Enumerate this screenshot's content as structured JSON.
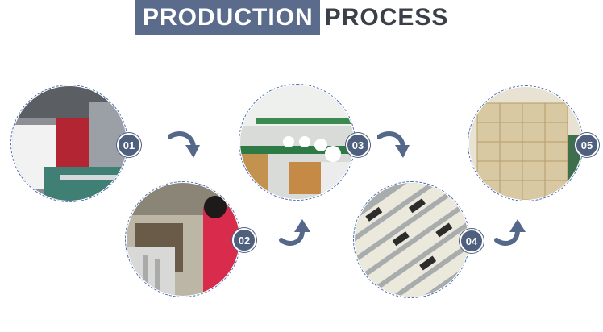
{
  "title": {
    "part1": "PRODUCTION",
    "part2": "PROCESS"
  },
  "steps": [
    {
      "number": "01"
    },
    {
      "number": "02"
    },
    {
      "number": "03"
    },
    {
      "number": "04"
    },
    {
      "number": "05"
    }
  ],
  "colors": {
    "accent": "#5a6b8b",
    "ring": "#4a6bb4",
    "arrow": "#56688a"
  }
}
